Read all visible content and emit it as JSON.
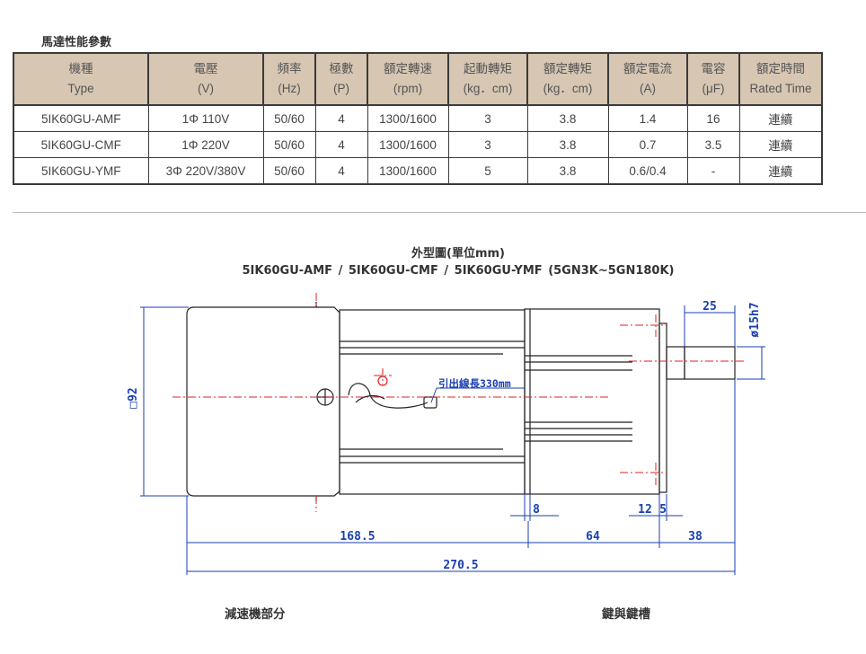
{
  "section_title": "馬達性能參數",
  "table": {
    "headers": [
      [
        "機種",
        "Type"
      ],
      [
        "電壓",
        "(V)"
      ],
      [
        "頻率",
        "(Hz)"
      ],
      [
        "極數",
        "(P)"
      ],
      [
        "額定轉速",
        "(rpm)"
      ],
      [
        "起動轉矩",
        "(kg．cm)"
      ],
      [
        "額定轉矩",
        "(kg．cm)"
      ],
      [
        "額定電流",
        "(A)"
      ],
      [
        "電容",
        "(μF)"
      ],
      [
        "額定時間",
        "Rated Time"
      ]
    ],
    "rows": [
      [
        "5IK60GU-AMF",
        "1Φ 110V",
        "50/60",
        "4",
        "1300/1600",
        "3",
        "3.8",
        "1.4",
        "16",
        "連續"
      ],
      [
        "5IK60GU-CMF",
        "1Φ 220V",
        "50/60",
        "4",
        "1300/1600",
        "3",
        "3.8",
        "0.7",
        "3.5",
        "連續"
      ],
      [
        "5IK60GU-YMF",
        "3Φ 220V/380V",
        "50/60",
        "4",
        "1300/1600",
        "5",
        "3.8",
        "0.6/0.4",
        "-",
        "連續"
      ]
    ]
  },
  "figure": {
    "title": "外型圖(單位mm)",
    "subtitle": "5IK60GU-AMF / 5IK60GU-CMF / 5IK60GU-YMF (5GN3K~5GN180K)",
    "dims": {
      "height": "□92",
      "shaft_len": "25",
      "shaft_dia": "ø15h7",
      "lead": "引出線長330mm",
      "d8": "8",
      "d12": "12",
      "d5": "5",
      "d168": "168.5",
      "d64": "64",
      "d38": "38",
      "d270": "270.5"
    }
  },
  "footer": {
    "left": "減速機部分",
    "right": "鍵與鍵槽"
  },
  "colors": {
    "header_bg": "#d6c6b2",
    "dimension": "#1a3fb0",
    "center_line": "#e02020"
  }
}
